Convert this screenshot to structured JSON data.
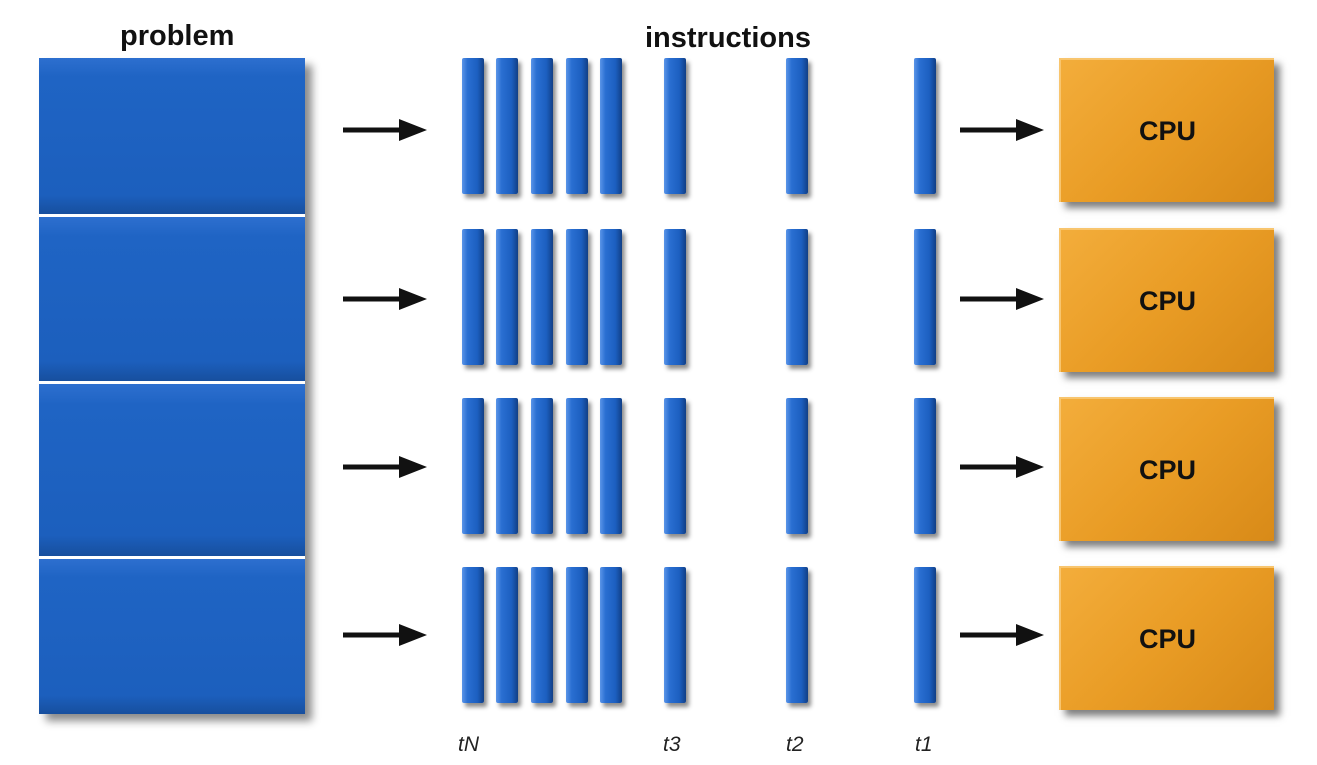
{
  "labels": {
    "problem": "problem",
    "instructions": "instructions"
  },
  "cpus": [
    "CPU",
    "CPU",
    "CPU",
    "CPU"
  ],
  "time_labels": {
    "tN": "tN",
    "t3": "t3",
    "t2": "t2",
    "t1": "t1"
  },
  "colors": {
    "problem_blue": "#1f64c4",
    "instruction_blue": "#1c5fc0",
    "cpu_orange": "#e99c25",
    "divider": "#ffffff",
    "arrow": "#111111"
  },
  "icons": {
    "arrow": "right-arrow-icon"
  }
}
